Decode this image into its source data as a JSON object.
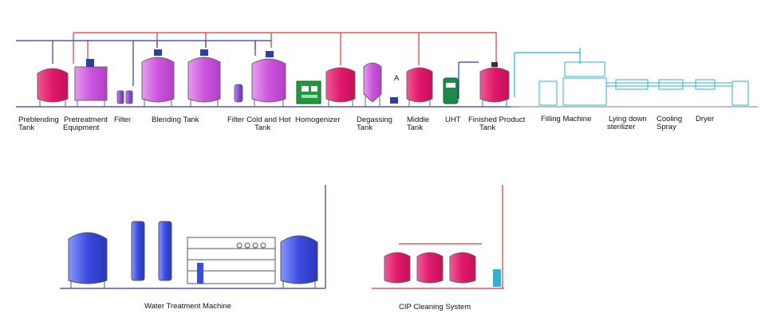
{
  "colors": {
    "pipe_red": "#d23a3a",
    "pipe_blue": "#2a3f9e",
    "pipe_cyan": "#2bb3d0",
    "tank_pink": "#e0186a",
    "tank_purple": "#cc55dd",
    "tank_blue": "#3a4be0",
    "homogenizer_green": "#1e9a3a",
    "uht_green": "#1e8a4a",
    "outline_gray": "#5a5a5a"
  },
  "process_line": {
    "labels": {
      "prebl_1": "Preblending",
      "prebl_2": "Tank",
      "pretreat_1": "Pretreatment",
      "pretreat_2": "Equipment",
      "filter1": "Filter",
      "blending": "Blending Tank",
      "filter2": "Filter",
      "coldhot_1": "Cold and Hot",
      "coldhot_2": "Tank",
      "homogenizer": "Homogenizer",
      "degassing_1": "Degassing",
      "degassing_2": "Tank",
      "middle_1": "Middle",
      "middle_2": "Tank",
      "uht": "UHT",
      "finished_1": "Finished Product",
      "finished_2": "Tank",
      "filling": "Filling Machine",
      "lying_1": "Lying down",
      "lying_2": "sterilizer",
      "cooling_1": "Cooling",
      "cooling_2": "Spray",
      "dryer": "Dryer",
      "marker": "A"
    }
  },
  "water_treatment": {
    "label": "Water Treatment Machine"
  },
  "cip": {
    "label": "CIP Cleaning System"
  }
}
